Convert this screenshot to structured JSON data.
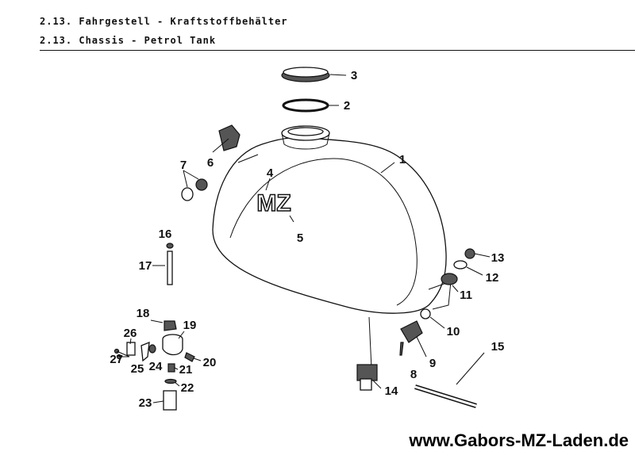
{
  "header": {
    "title_de": "2.13. Fahrgestell - Kraftstoffbehälter",
    "title_en": "2.13. Chassis - Petrol Tank"
  },
  "tank_logo": "MZ",
  "part_labels": {
    "p1": "1",
    "p2": "2",
    "p3": "3",
    "p4": "4",
    "p5": "5",
    "p6": "6",
    "p7": "7",
    "p8": "8",
    "p9": "9",
    "p10": "10",
    "p11": "11",
    "p12": "12",
    "p13": "13",
    "p14": "14",
    "p15": "15",
    "p16": "16",
    "p17": "17",
    "p18": "18",
    "p19": "19",
    "p20": "20",
    "p21": "21",
    "p22": "22",
    "p23": "23",
    "p24": "24",
    "p25": "25",
    "p26": "26",
    "p27": "27"
  },
  "footer": {
    "website": "www.Gabors-MZ-Laden.de"
  }
}
